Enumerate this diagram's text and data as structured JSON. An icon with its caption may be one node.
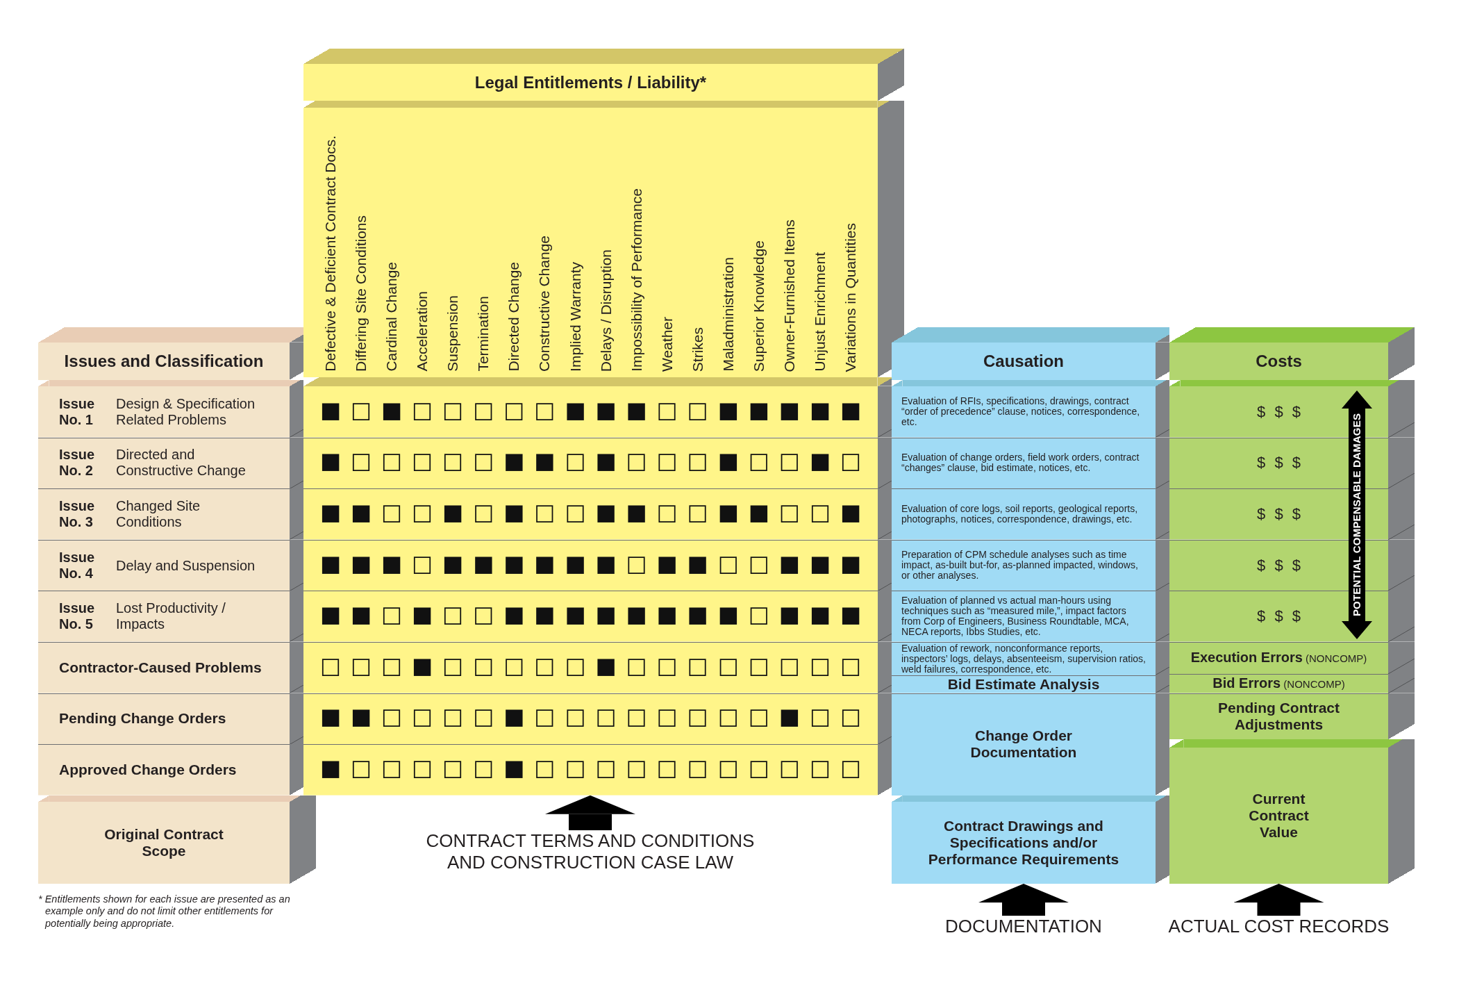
{
  "diagram": {
    "nodes": [
      {
        "text": [
          "Legal Entitlements / Liability*"
        ]
      },
      {
        "text": [
          "Defective & Deficient Contract Docs.",
          "Differing Site Conditions",
          "Cardinal Change",
          "Acceleration",
          "Suspension",
          "Termination",
          "Directed Change",
          "Constructive Change",
          "Implied Warranty",
          "Delays / Disruption",
          "Impossibility of Performance",
          "Weather",
          "Strikes",
          "Maladministration",
          "Superior Knowledge",
          "Owner-Furnished Items",
          "Unjust Enrichment",
          "Variations in Quantities"
        ]
      },
      {
        "text": [
          "Issues and Classification"
        ]
      },
      {
        "text": [
          "Issue No. 1",
          "Design & Specification Related Problems"
        ]
      },
      {
        "text": [
          "Issue No. 2",
          "Directed and Constructive Change"
        ]
      },
      {
        "text": [
          "Issue No. 3",
          "Changed Site Conditions"
        ]
      },
      {
        "text": [
          "Issue No. 4",
          "Delay and Suspension"
        ]
      },
      {
        "text": [
          "Issue No. 5",
          "Lost Productivity / Impacts"
        ]
      },
      {
        "text": [
          "Contractor-Caused Problems"
        ]
      },
      {
        "text": [
          "Pending Change Orders"
        ]
      },
      {
        "text": [
          "Approved Change Orders"
        ]
      },
      {
        "text": [
          "Original Contract Scope"
        ]
      },
      {
        "text": [
          "■",
          "□",
          "■",
          "□",
          "□",
          "□",
          "□",
          "□",
          "■",
          "■",
          "■",
          "□",
          "□",
          "■",
          "■",
          "■",
          "■",
          "■"
        ]
      },
      {
        "text": [
          "■",
          "□",
          "□",
          "□",
          "□",
          "□",
          "■",
          "■",
          "□",
          "■",
          "□",
          "□",
          "□",
          "■",
          "□",
          "□",
          "■",
          "□"
        ]
      },
      {
        "text": [
          "■",
          "■",
          "□",
          "□",
          "■",
          "□",
          "■",
          "□",
          "□",
          "■",
          "■",
          "□",
          "□",
          "■",
          "■",
          "□",
          "□",
          "■"
        ]
      },
      {
        "text": [
          "■",
          "■",
          "■",
          "□",
          "■",
          "■",
          "■",
          "■",
          "■",
          "■",
          "□",
          "■",
          "■",
          "□",
          "□",
          "■",
          "■",
          "■"
        ]
      },
      {
        "text": [
          "■",
          "■",
          "□",
          "■",
          "□",
          "□",
          "■",
          "■",
          "■",
          "■",
          "■",
          "■",
          "■",
          "■",
          "□",
          "■",
          "■",
          "■"
        ]
      },
      {
        "text": [
          "□",
          "□",
          "□",
          "■",
          "□",
          "□",
          "□",
          "□",
          "□",
          "■",
          "□",
          "□",
          "□",
          "□",
          "□",
          "□",
          "□",
          "□"
        ]
      },
      {
        "text": [
          "■",
          "■",
          "□",
          "□",
          "□",
          "□",
          "■",
          "□",
          "□",
          "□",
          "□",
          "□",
          "□",
          "□",
          "□",
          "■",
          "□",
          "□"
        ]
      },
      {
        "text": [
          "■",
          "□",
          "□",
          "□",
          "□",
          "□",
          "■",
          "□",
          "□",
          "□",
          "□",
          "□",
          "□",
          "□",
          "□",
          "□",
          "□",
          "□"
        ]
      },
      {
        "text": [
          "Causation"
        ]
      },
      {
        "text": [
          "Evaluation of RFIs, specifications, drawings, contract “order of precedence” clause, notices, correspondence, etc."
        ]
      },
      {
        "text": [
          "Evaluation of change orders, field work orders, contract “changes” clause, bid estimate, notices, etc."
        ]
      },
      {
        "text": [
          "Evaluation of core logs, soil reports, geological reports, photographs, notices, correspondence, drawings, etc."
        ]
      },
      {
        "text": [
          "Preparation of CPM schedule analyses such as time impact, as-built but-for, as-planned impacted, windows, or other analyses."
        ]
      },
      {
        "text": [
          "Evaluation of planned vs actual man-hours using techniques such as “measured mile,”, impact factors from Corp of Engineers, Business Roundtable, MCA, NECA reports, Ibbs Studies, etc."
        ]
      },
      {
        "text": [
          "Evaluation of rework, nonconformance reports, inspectors’ logs, delays, absenteeism, supervision ratios, weld failures, correspondence, etc."
        ]
      },
      {
        "text": [
          "Bid Estimate Analysis"
        ]
      },
      {
        "text": [
          "Change Order Documentation"
        ]
      },
      {
        "text": [
          "Contract Drawings and Specifications and/or Performance Requirements"
        ]
      },
      {
        "text": [
          "Costs"
        ]
      },
      {
        "text": [
          "$ $ $"
        ]
      },
      {
        "text": [
          "$ $ $"
        ]
      },
      {
        "text": [
          "$ $ $"
        ]
      },
      {
        "text": [
          "$ $ $"
        ]
      },
      {
        "text": [
          "$ $ $"
        ]
      },
      {
        "text": [
          "**Execution Errors** (NONCOMP)"
        ]
      },
      {
        "text": [
          "**Bid Errors** (NONCOMP)"
        ]
      },
      {
        "text": [
          "Pending Contract Adjustments"
        ]
      },
      {
        "text": [
          "Current Contract Value"
        ]
      },
      {
        "text": [
          "CONTRACT TERMS AND CONDITIONS AND CONSTRUCTION CASE LAW"
        ]
      },
      {
        "text": [
          "DOCUMENTATION"
        ]
      },
      {
        "text": [
          "ACTUAL COST RECORDS"
        ]
      }
    ],
    "edges": [
      {
        "from": 40,
        "to": 19,
        "arrow": "to"
      },
      {
        "from": 41,
        "to": 29,
        "arrow": "to"
      },
      {
        "from": 42,
        "to": 39,
        "arrow": "to"
      }
    ],
    "labels": [
      "POTENTIAL COMPENSABLE DAMAGES",
      "* Entitlements shown for each issue are presented as an example only and do not limit other entitlements for potentially being appropriate."
    ]
  }
}
